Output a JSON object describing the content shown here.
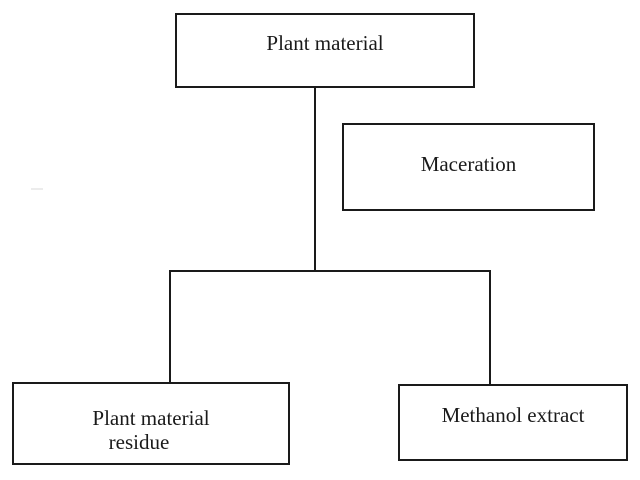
{
  "diagram": {
    "type": "flowchart",
    "background_color": "#ffffff",
    "line_color": "#1a1a1a",
    "box_border_color": "#1a1a1a",
    "text_color": "#1a1a1a",
    "nodes": {
      "plant_material": {
        "label": "Plant material"
      },
      "maceration": {
        "label": "Maceration"
      },
      "plant_material_residue": {
        "line1": "Plant material",
        "line2": "residue"
      },
      "methanol_extract": {
        "label": "Methanol extract"
      }
    },
    "edges": [
      {
        "from": "plant_material",
        "to": "plant_material_residue",
        "style": "orthogonal"
      },
      {
        "from": "plant_material",
        "to": "methanol_extract",
        "style": "orthogonal"
      }
    ],
    "annotations": [
      {
        "node": "maceration",
        "role": "process-step beside main stem line"
      }
    ]
  }
}
